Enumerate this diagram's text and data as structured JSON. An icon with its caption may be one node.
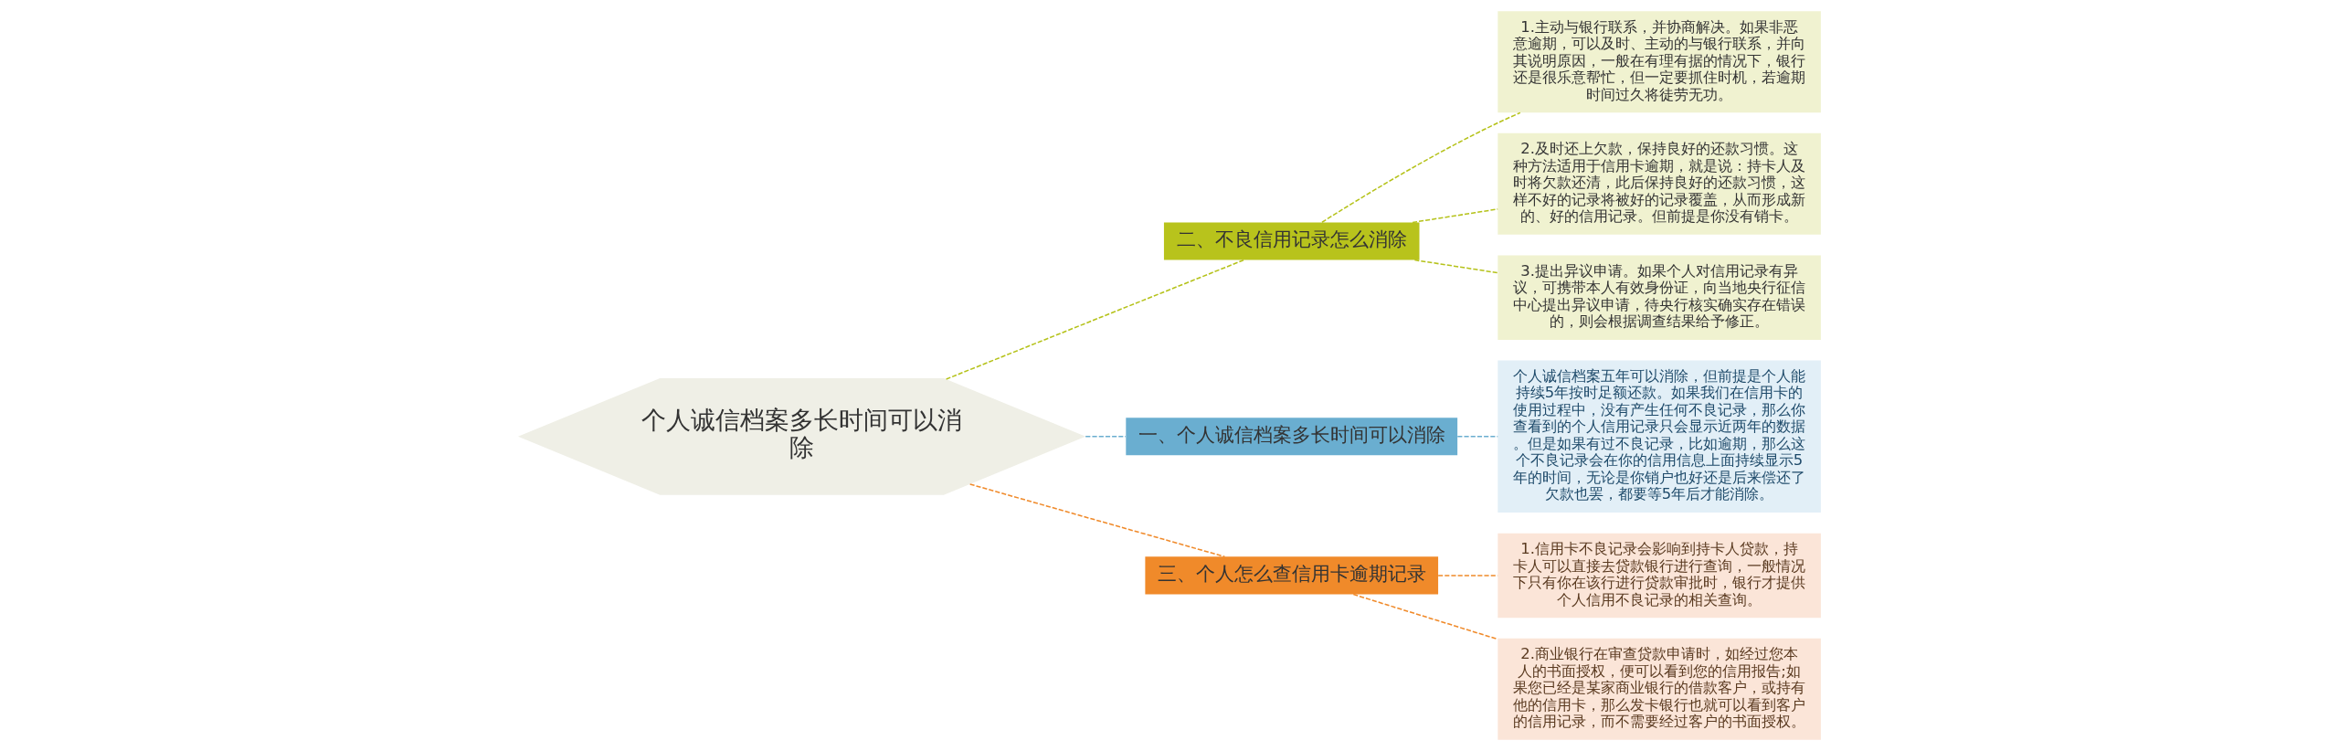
{
  "diagram": {
    "nodes": [
      {
        "text": [
          "个人诚信档案多长时间可以消除"
        ]
      },
      {
        "text": [
          "二、不良信用记录怎么消除"
        ]
      },
      {
        "text": [
          "1.主动与银行联系，并协商解决。如果非恶意逾期，可以及时、主动的与银行联系，并向其说明原因，一般在有理有据的情况下，银行还是很乐意帮忙，但一定要抓住时机，若逾期时间过久将徒劳无功。"
        ]
      },
      {
        "text": [
          "2.及时还上欠款，保持良好的还款习惯。这种方法适用于信用卡逾期，就是说：持卡人及时将欠款还清，此后保持良好的还款习惯，这样不好的记录将被好的记录覆盖，从而形成新的、好的信用记录。但前提是你没有销卡。"
        ]
      },
      {
        "text": [
          "3.提出异议申请。如果个人对信用记录有异议，可携带本人有效身份证，向当地央行征信中心提出异议申请，待央行核实确实存在错误的，则会根据调查结果给予修正。"
        ]
      },
      {
        "text": [
          "一、个人诚信档案多长时间可以消除"
        ]
      },
      {
        "text": [
          "个人诚信档案五年可以消除，但前提是个人能持续5年按时足额还款。如果我们在信用卡的使用过程中，没有产生任何不良记录，那么你查看到的个人信用记录只会显示近两年的数据。但是如果有过不良记录，比如逾期，那么这个不良记录会在你的信用信息上面持续显示5年的时间，无论是你销户也好还是后来偿还了欠款也罢，都要等5年后才能消除。"
        ]
      },
      {
        "text": [
          "三、个人怎么查信用卡逾期记录"
        ]
      },
      {
        "text": [
          "1.信用卡不良记录会影响到持卡人贷款，持卡人可以直接去贷款银行进行查询，一般情况下只有你在该行进行贷款审批时，银行才提供个人信用不良记录的相关查询。"
        ]
      },
      {
        "text": [
          "2.商业银行在审查贷款申请时，如经过您本人的书面授权，便可以看到您的信用报告;如果您已经是某家商业银行的借款客户，或持有他的信用卡，那么发卡银行也就可以看到客户的信用记录，而不需要经过客户的书面授权。"
        ]
      }
    ],
    "edges": [
      {
        "from": 0,
        "to": 1,
        "arrow": "none",
        "style": "dashed",
        "color": "#b5c21a"
      },
      {
        "from": 1,
        "to": 2,
        "arrow": "none",
        "style": "dashed",
        "color": "#b5c21a"
      },
      {
        "from": 1,
        "to": 3,
        "arrow": "none",
        "style": "dashed",
        "color": "#b5c21a"
      },
      {
        "from": 1,
        "to": 4,
        "arrow": "none",
        "style": "dashed",
        "color": "#b5c21a"
      },
      {
        "from": 0,
        "to": 5,
        "arrow": "none",
        "style": "dashed",
        "color": "#6aaed0"
      },
      {
        "from": 5,
        "to": 6,
        "arrow": "none",
        "style": "dashed",
        "color": "#6aaed0"
      },
      {
        "from": 0,
        "to": 7,
        "arrow": "none",
        "style": "dashed",
        "color": "#f08a2a"
      },
      {
        "from": 7,
        "to": 8,
        "arrow": "none",
        "style": "dashed",
        "color": "#f08a2a"
      },
      {
        "from": 7,
        "to": 9,
        "arrow": "none",
        "style": "dashed",
        "color": "#f08a2a"
      }
    ]
  }
}
